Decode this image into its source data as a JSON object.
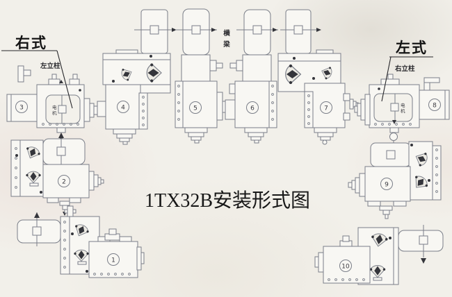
{
  "title": "1TX32B安装形式图",
  "labels": {
    "right_type": "右式",
    "left_type": "左式",
    "left_column": "左立柱",
    "right_column": "右立柱",
    "crossbeam_1": "横",
    "crossbeam_2": "梁",
    "motor_1": "电",
    "motor_2": "机"
  },
  "machines": [
    {
      "num": "1"
    },
    {
      "num": "2"
    },
    {
      "num": "3"
    },
    {
      "num": "4"
    },
    {
      "num": "5"
    },
    {
      "num": "6"
    },
    {
      "num": "7"
    },
    {
      "num": "8"
    },
    {
      "num": "9"
    },
    {
      "num": "10"
    }
  ]
}
